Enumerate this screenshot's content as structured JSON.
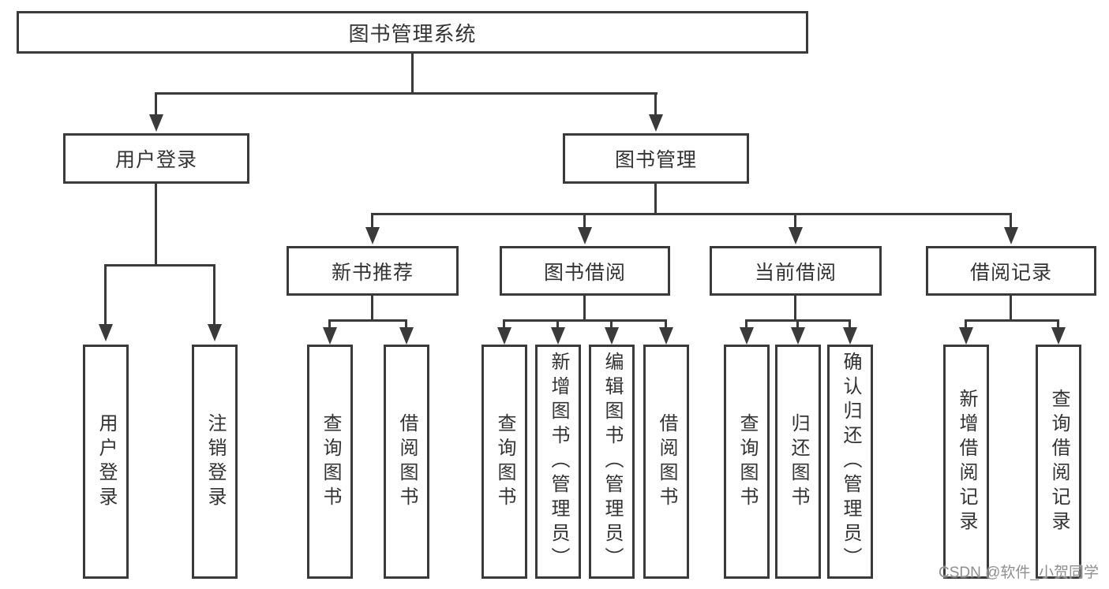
{
  "diagram": {
    "type": "hierarchy-tree",
    "colors": {
      "line": "#3a3a3a",
      "box_border": "#3a3a3a",
      "text": "#333333",
      "background": "#ffffff",
      "watermark": "#8f8f8f"
    },
    "nodes": {
      "root": {
        "label": "图书管理系统"
      },
      "level2": [
        {
          "label": "用户登录"
        },
        {
          "label": "图书管理"
        }
      ],
      "level3": [
        {
          "label": "新书推荐"
        },
        {
          "label": "图书借阅"
        },
        {
          "label": "当前借阅"
        },
        {
          "label": "借阅记录"
        }
      ],
      "leaves": [
        {
          "label": "用户登录",
          "parent": "用户登录"
        },
        {
          "label": "注销登录",
          "parent": "用户登录"
        },
        {
          "label": "查询图书",
          "parent": "新书推荐"
        },
        {
          "label": "借阅图书",
          "parent": "新书推荐"
        },
        {
          "label": "查询图书",
          "parent": "图书借阅"
        },
        {
          "label": "新增图书（管理员）",
          "parent": "图书借阅"
        },
        {
          "label": "编辑图书（管理员）",
          "parent": "图书借阅"
        },
        {
          "label": "借阅图书",
          "parent": "图书借阅"
        },
        {
          "label": "查询图书",
          "parent": "当前借阅"
        },
        {
          "label": "归还图书",
          "parent": "当前借阅"
        },
        {
          "label": "确认归还（管理员）",
          "parent": "当前借阅"
        },
        {
          "label": "新增借阅记录",
          "parent": "借阅记录"
        },
        {
          "label": "查询借阅记录",
          "parent": "借阅记录"
        }
      ]
    },
    "edges": [
      {
        "from": "图书管理系统",
        "to": [
          "用户登录",
          "图书管理"
        ]
      },
      {
        "from": "用户登录",
        "to": [
          "用户登录",
          "注销登录"
        ]
      },
      {
        "from": "图书管理",
        "to": [
          "新书推荐",
          "图书借阅",
          "当前借阅",
          "借阅记录"
        ]
      },
      {
        "from": "新书推荐",
        "to": [
          "查询图书",
          "借阅图书"
        ]
      },
      {
        "from": "图书借阅",
        "to": [
          "查询图书",
          "新增图书（管理员）",
          "编辑图书（管理员）",
          "借阅图书"
        ]
      },
      {
        "from": "当前借阅",
        "to": [
          "查询图书",
          "归还图书",
          "确认归还（管理员）"
        ]
      },
      {
        "from": "借阅记录",
        "to": [
          "新增借阅记录",
          "查询借阅记录"
        ]
      }
    ],
    "watermark": "CSDN @软件_小贺同学"
  }
}
